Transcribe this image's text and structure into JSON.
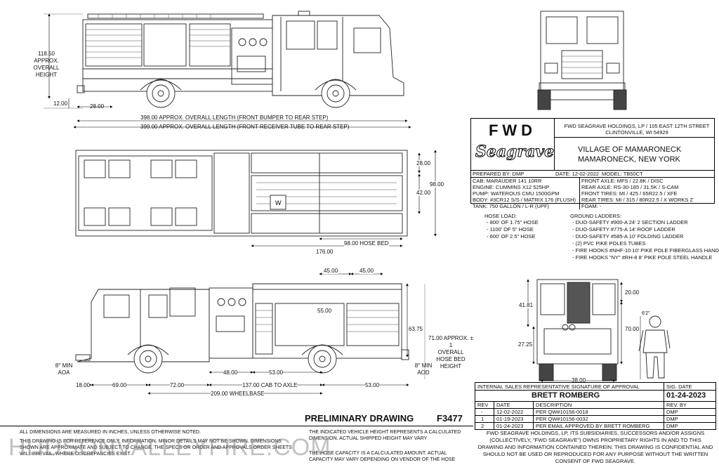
{
  "dimensions": {
    "overall_height": "118.50 APPROX.\nOVERALL\nHEIGHT",
    "ground_clear": "12.00",
    "front_overhang": "28.00",
    "overall_length_bumper": "398.00 APPROX. OVERALL LENGTH (FRONT BUMPER TO REAR STEP)",
    "overall_length_receiver": "399.00 APPROX. OVERALL LENGTH (FRONT RECEIVER TUBE TO REAR STEP)",
    "top_28": "28.00",
    "top_42": "42.00",
    "top_98": "98.00",
    "hose_bed": "98.00 HOSE BED",
    "top_176": "176.00",
    "side_45a": "45.00",
    "side_45b": "45.00",
    "side_55": "55.00",
    "side_6375": "63.75",
    "height_71": "71.00 APPROX. ± 1\nOVERALL\nHOSE BED\nHEIGHT",
    "aoa": "8° MIN\nAOA",
    "aod": "8° MIN\nAOD",
    "d_18": "18.00",
    "d_69": "69.00",
    "d_72": "72.00",
    "d_48": "48.00",
    "d_53a": "53.00",
    "d_137": "137.00 CAB TO AXLE",
    "d_53b": "53.00",
    "wheelbase": "209.00 WHEELBASE",
    "rear_2000": "20.00",
    "rear_4181": "41.81",
    "rear_7000": "70.00",
    "rear_2725": "27.25",
    "rear_3800": "38.00",
    "human_height": "6'2\""
  },
  "title_block": {
    "logo_fwd": "FWD",
    "logo_seagrave": "Seagrave",
    "company": "FWD SEAGRAVE HOLDINGS, LP / 105 EAST 12TH STREET\nCLINTONVILLE, WI 54929",
    "customer_line1": "VILLAGE OF MAMARONECK",
    "customer_line2": "MAMARONECK, NEW YORK",
    "prepared_by": "PREPARED BY:  DMP",
    "date": "DATE:  12-02-2022",
    "model": "MODEL:  TB50CT",
    "specs_left": [
      "CAB:  MARAUDER 141 10RR",
      "ENGINE:  CUMMINS X12 525HP",
      "PUMP:  WATEROUS CMU 1500GPM",
      "BODY:  #3CR12 S/S / MATRIX 176 (FLUSH)",
      "TANK:  750 GALLON / L-R (UPF)"
    ],
    "specs_right": [
      "FRONT AXLE:  MFS / 22.8K / DISC",
      "REAR AXLE:  RS-30-185 / 31.5K / S-CAM",
      "FRONT TIRES:  MI / 425 / 65R22.5 / XFE",
      "REAR TIRES:  MI / 315 / 80R22.5 / X WORKS Z",
      "FOAM:  -"
    ],
    "hose_load_title": "HOSE LOAD:",
    "hose_load": [
      "- 800' OF 1.75\" HOSE",
      "- 1100' OF 5\" HOSE",
      "- 600' OF 2.5\" HOSE"
    ],
    "ground_ladders_title": "GROUND LADDERS:",
    "ground_ladders": [
      "- DUO-SAFETY #900-A 24' 2 SECTION LADDER",
      "- DUO-SAFETY #775-A 14' ROOF LADDER",
      "- DUO-SAFETY #585-A 10' FOLDING LADDER",
      "- (2) PVC PIKE POLES TUBES",
      "- FIRE HOOKS #NHF-10 10' PIKE POLE FIBERGLASS HANDLE",
      "- FIRE HOOKS \"NY\" #RH-8 8' PIKE POLE STEEL HANDLE"
    ],
    "approval_header": "INTERNAL SALES REPRESENTATIVE SIGNATURE OF APPROVAL",
    "sig_date_header": "SIG. DATE",
    "approver": "BRETT ROMBERG",
    "approval_date": "01-24-2023",
    "rev_headers": [
      "REV",
      "DATE",
      "DESCRIPTION",
      "REV. BY"
    ],
    "revisions": [
      {
        "rev": "-",
        "date": "12-02-2022",
        "desc": "PER QW#10156-0018",
        "by": "DMP"
      },
      {
        "rev": "1",
        "date": "01-19-2023",
        "desc": "PER QW#10156-0032",
        "by": "DMP"
      },
      {
        "rev": "2",
        "date": "01-24-2023",
        "desc": "PER EMAIL APPROVED BY BRETT ROMBERG",
        "by": "DMP"
      }
    ],
    "proprietary": "FWD SEAGRAVE HOLDINGS, LP, ITS SUBSIDIARIES, SUCCESSORS AND/OR ASSIGNS (COLLECTIVELY, \"FWD SEAGRAVE\") OWNS PROPRIETARY RIGHTS IN AND TO THIS DRAWING AND INFORMATION CONTAINED THEREIN. THIS DRAWING IS CONFIDENTIAL AND SHOULD NOT BE USED OR REPRODUCED FOR ANY PURPOSE WITHOUT THE WRITTEN CONSENT OF  FWD SEAGRAVE."
  },
  "footer": {
    "prelim": "PRELIMINARY DRAWING",
    "drawing_no": "F3477",
    "note_dims": "ALL DIMENSIONS ARE MEASURED IN INCHES, UNLESS OTHERWISE NOTED.",
    "note_reference": "THIS DRAWING IS FOR REFERENCE ONLY. INFORMATION, MINOR DETAILS MAY NOT BE SHOWN. DIMENSIONS SHOWN ARE APPROXIMATE AND SUBJECT TO CHANGE. THE SPECS OR ORDER AND APPROVALS ORDER SHEETS WILL PREVAIL, WHERE DISCREPANCIES EXIST.",
    "note_height": "THE INDICATED VEHICLE HEIGHT REPRESENTS A CALCULATED DIMENSION.  ACTUAL SHIPPED HEIGHT MAY VARY",
    "note_hose": "THE HOSE CAPACITY IS A CALCULATED AMOUNT.  ACTUAL CAPACITY MAY VARY DEPENDING ON  VENDOR OF THE HOSE",
    "watermark": "HUDSONVALLEYFIRE.COM"
  },
  "labels": {
    "w_marker": "W"
  }
}
